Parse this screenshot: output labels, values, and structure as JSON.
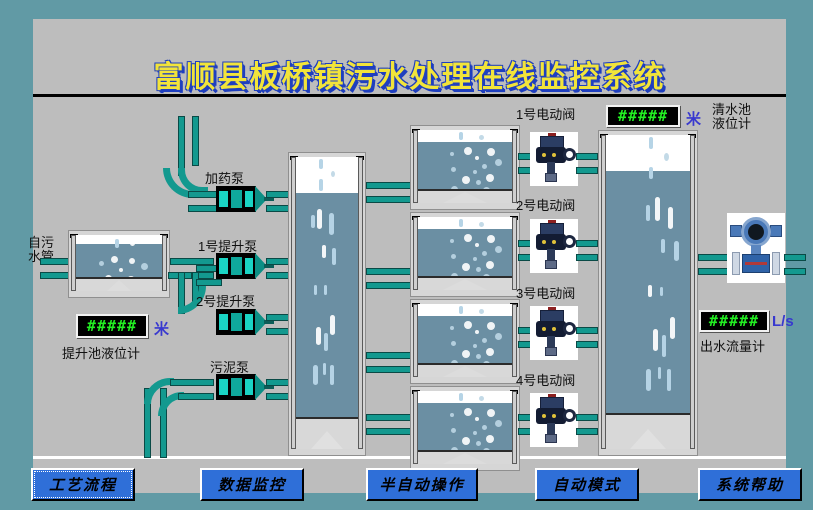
{
  "app": {
    "title": "富顺县板桥镇污水处理在线监控系统",
    "title_color": "#f2e43a",
    "title_shadow_color": "#1f3fbf",
    "background_color": "#619aa5",
    "panel_color": "#bdbdbd"
  },
  "labels": {
    "inlet_pipe": "自污\n水管",
    "dosing_pump": "加药泵",
    "lift_pump_1": "1号提升泵",
    "lift_pump_2": "2号提升泵",
    "sludge_pump": "污泥泵",
    "valve_1": "1号电动阀",
    "valve_2": "2号电动阀",
    "valve_3": "3号电动阀",
    "valve_4": "4号电动阀",
    "lift_tank_level_gauge": "提升池液位计",
    "clear_tank_level_gauge": "清水池\n液位计",
    "outlet_flow_meter": "出水流量计"
  },
  "displays": {
    "lift_tank_level": {
      "value": "#####",
      "unit": "米"
    },
    "clear_tank_level": {
      "value": "#####",
      "unit": "米"
    },
    "outlet_flow": {
      "value": "#####",
      "unit": "L/s"
    },
    "led_text_color": "#22ee22",
    "led_bg_color": "#000000",
    "unit_color": "#3838cf"
  },
  "buttons": [
    {
      "label": "工艺流程",
      "focused": true
    },
    {
      "label": "数据监控",
      "focused": false
    },
    {
      "label": "半自动操作",
      "focused": false
    },
    {
      "label": "自动模式",
      "focused": false
    },
    {
      "label": "系统帮助",
      "focused": false
    }
  ],
  "colors": {
    "pipe": "#13998f",
    "water": "#6b8fa3",
    "button": "#2f6fd8"
  }
}
